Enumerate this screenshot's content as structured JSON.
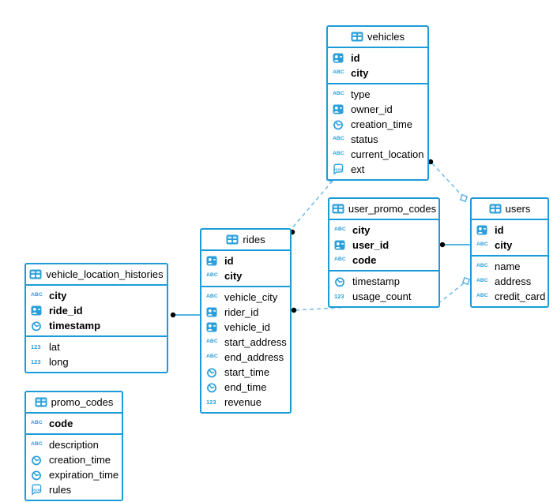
{
  "diagram": {
    "title": "Database schema diagram",
    "colors": {
      "table_border": "#1b9cd9",
      "icon_blue": "#2a9fdb",
      "relationship_dashed": "#66b7e8",
      "relationship_solid": "#1b9cd9",
      "endpoint_dot": "#000000",
      "text": "#000000",
      "background": "#ffffff"
    },
    "tables": [
      {
        "name": "vehicles",
        "primary_fields": [
          {
            "name": "id",
            "type_icon": "uuid"
          },
          {
            "name": "city",
            "type_icon": "text"
          }
        ],
        "fields": [
          {
            "name": "type",
            "type_icon": "text"
          },
          {
            "name": "owner_id",
            "type_icon": "uuid"
          },
          {
            "name": "creation_time",
            "type_icon": "time"
          },
          {
            "name": "status",
            "type_icon": "text"
          },
          {
            "name": "current_location",
            "type_icon": "text"
          },
          {
            "name": "ext",
            "type_icon": "json"
          }
        ]
      },
      {
        "name": "user_promo_codes",
        "primary_fields": [
          {
            "name": "city",
            "type_icon": "text"
          },
          {
            "name": "user_id",
            "type_icon": "uuid"
          },
          {
            "name": "code",
            "type_icon": "text"
          }
        ],
        "fields": [
          {
            "name": "timestamp",
            "type_icon": "time"
          },
          {
            "name": "usage_count",
            "type_icon": "number"
          }
        ]
      },
      {
        "name": "users",
        "primary_fields": [
          {
            "name": "id",
            "type_icon": "uuid"
          },
          {
            "name": "city",
            "type_icon": "text"
          }
        ],
        "fields": [
          {
            "name": "name",
            "type_icon": "text"
          },
          {
            "name": "address",
            "type_icon": "text"
          },
          {
            "name": "credit_card",
            "type_icon": "text"
          }
        ]
      },
      {
        "name": "rides",
        "primary_fields": [
          {
            "name": "id",
            "type_icon": "uuid"
          },
          {
            "name": "city",
            "type_icon": "text"
          }
        ],
        "fields": [
          {
            "name": "vehicle_city",
            "type_icon": "text"
          },
          {
            "name": "rider_id",
            "type_icon": "uuid"
          },
          {
            "name": "vehicle_id",
            "type_icon": "uuid"
          },
          {
            "name": "start_address",
            "type_icon": "text"
          },
          {
            "name": "end_address",
            "type_icon": "text"
          },
          {
            "name": "start_time",
            "type_icon": "time"
          },
          {
            "name": "end_time",
            "type_icon": "time"
          },
          {
            "name": "revenue",
            "type_icon": "number"
          }
        ]
      },
      {
        "name": "vehicle_location_histories",
        "primary_fields": [
          {
            "name": "city",
            "type_icon": "text"
          },
          {
            "name": "ride_id",
            "type_icon": "uuid"
          },
          {
            "name": "timestamp",
            "type_icon": "time"
          }
        ],
        "fields": [
          {
            "name": "lat",
            "type_icon": "number"
          },
          {
            "name": "long",
            "type_icon": "number"
          }
        ]
      },
      {
        "name": "promo_codes",
        "primary_fields": [
          {
            "name": "code",
            "type_icon": "text"
          }
        ],
        "fields": [
          {
            "name": "description",
            "type_icon": "text"
          },
          {
            "name": "creation_time",
            "type_icon": "time"
          },
          {
            "name": "expiration_time",
            "type_icon": "time"
          },
          {
            "name": "rules",
            "type_icon": "json"
          }
        ]
      }
    ],
    "relationships": [
      {
        "from_table": "rides",
        "to_table": "vehicles",
        "line_style": "dashed"
      },
      {
        "from_table": "vehicles",
        "to_table": "users",
        "line_style": "dashed"
      },
      {
        "from_table": "user_promo_codes",
        "to_table": "users",
        "line_style": "solid"
      },
      {
        "from_table": "vehicle_location_histories",
        "to_table": "rides",
        "line_style": "solid"
      },
      {
        "from_table": "rides",
        "to_table": "users",
        "line_style": "dashed"
      }
    ]
  }
}
